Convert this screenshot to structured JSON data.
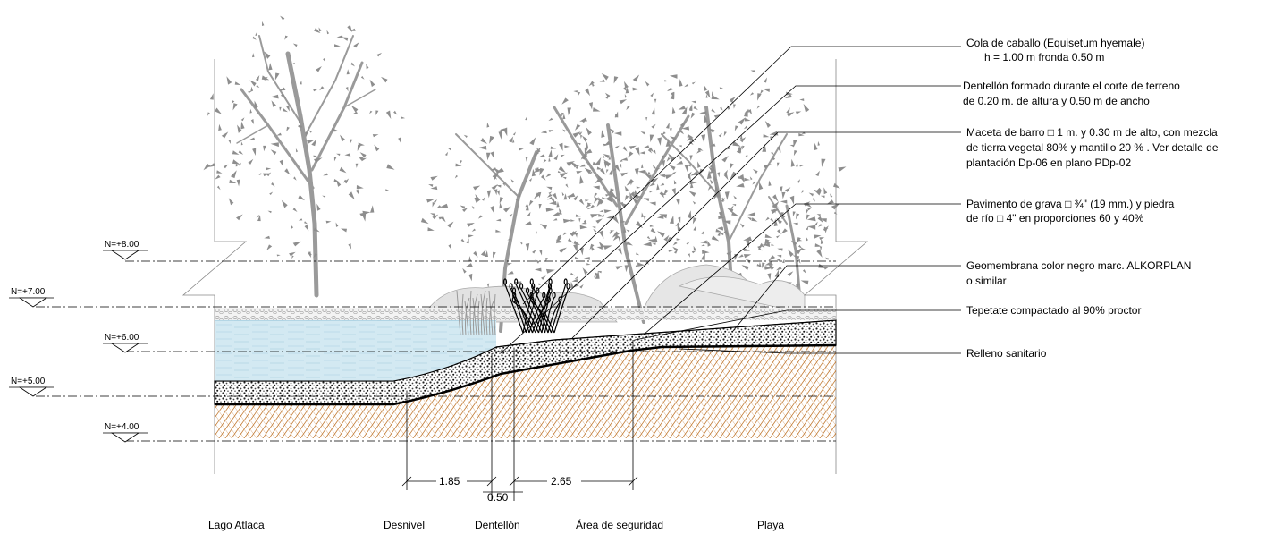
{
  "annotations": [
    {
      "id": "cola",
      "lines": [
        "Cola de caballo   (Equisetum hyemale)",
        "h = 1.00 m          fronda 0.50 m"
      ]
    },
    {
      "id": "dentellon",
      "lines": [
        "Dentellón formado durante el corte de terreno",
        "de 0.20 m. de altura y 0.50 m de ancho"
      ]
    },
    {
      "id": "maceta",
      "lines": [
        "Maceta de barro  □ 1 m. y  0.30 m de alto, con mezcla",
        "de tierra vegetal 80% y mantillo 20 % . Ver detalle de",
        "plantación  Dp-06 en plano PDp-02"
      ]
    },
    {
      "id": "pavimento",
      "lines": [
        "Pavimento de grava □ ¾\" (19 mm.) y piedra",
        "de río □ 4\" en proporciones 60 y 40%"
      ]
    },
    {
      "id": "geomembrana",
      "lines": [
        "Geomembrana color negro marc. ALKORPLAN",
        "o similar"
      ]
    },
    {
      "id": "tepetate",
      "lines": [
        "Tepetate compactado al 90% proctor"
      ]
    },
    {
      "id": "relleno",
      "lines": [
        "Relleno sanitario"
      ]
    }
  ],
  "levels": [
    "N=+8.00",
    "N=+7.00",
    "N=+6.00",
    "N=+5.00",
    "N=+4.00"
  ],
  "dimensions": [
    "1.85",
    "0.50",
    "2.65"
  ],
  "zones": [
    "Lago Atlaca",
    "Desnivel",
    "Dentellón",
    "Área de seguridad",
    "Playa"
  ],
  "colors": {
    "water": "#c9e3ef",
    "soil": "#c47f3a",
    "gravel": "#3a3a3a",
    "trees": "#8e8e8e",
    "lines": "#000000"
  }
}
